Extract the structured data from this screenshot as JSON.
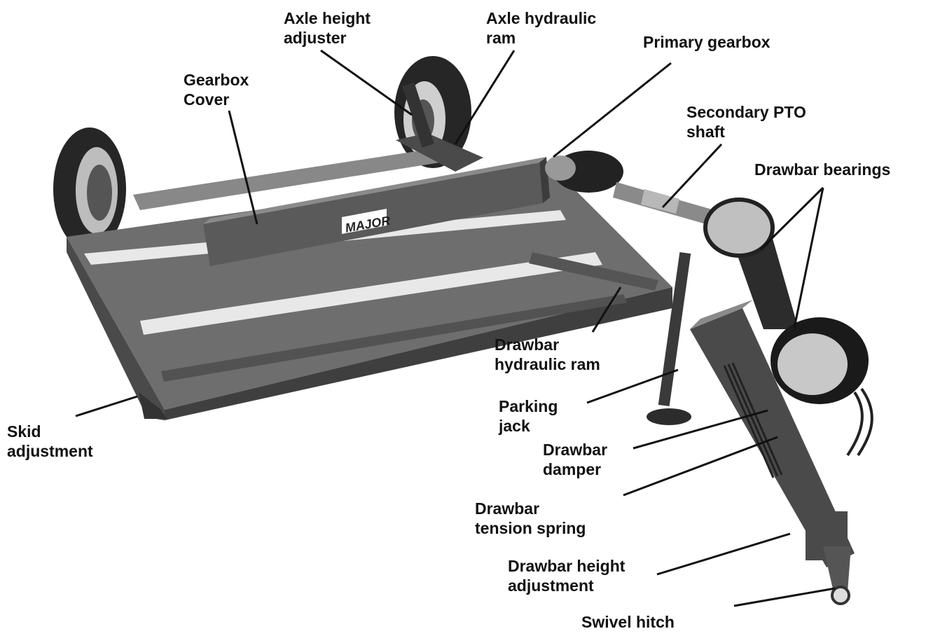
{
  "diagram": {
    "brand": "MAJOR",
    "labels": {
      "axle_height_adjuster": [
        "Axle height",
        "adjuster"
      ],
      "axle_hydraulic_ram": [
        "Axle hydraulic",
        "ram"
      ],
      "primary_gearbox": [
        "Primary gearbox"
      ],
      "gearbox_cover": [
        "Gearbox",
        "Cover"
      ],
      "secondary_pto_shaft": [
        "Secondary PTO",
        "shaft"
      ],
      "drawbar_bearings": [
        "Drawbar bearings"
      ],
      "drawbar_hydraulic_ram": [
        "Drawbar",
        "hydraulic ram"
      ],
      "parking_jack": [
        "Parking",
        "jack"
      ],
      "drawbar_damper": [
        "Drawbar",
        "damper"
      ],
      "drawbar_tension_spring": [
        "Drawbar",
        "tension spring"
      ],
      "drawbar_height_adjustment": [
        "Drawbar height",
        "adjustment"
      ],
      "swivel_hitch": [
        "Swivel hitch"
      ],
      "skid_adjustment": [
        "Skid",
        "adjustment"
      ]
    },
    "colors": {
      "body": "#6e6e6e",
      "body_dark": "#3f3f3f",
      "body_light": "#9a9a9a",
      "tire": "#262626",
      "leader": "#111111",
      "label": "#111111"
    }
  }
}
